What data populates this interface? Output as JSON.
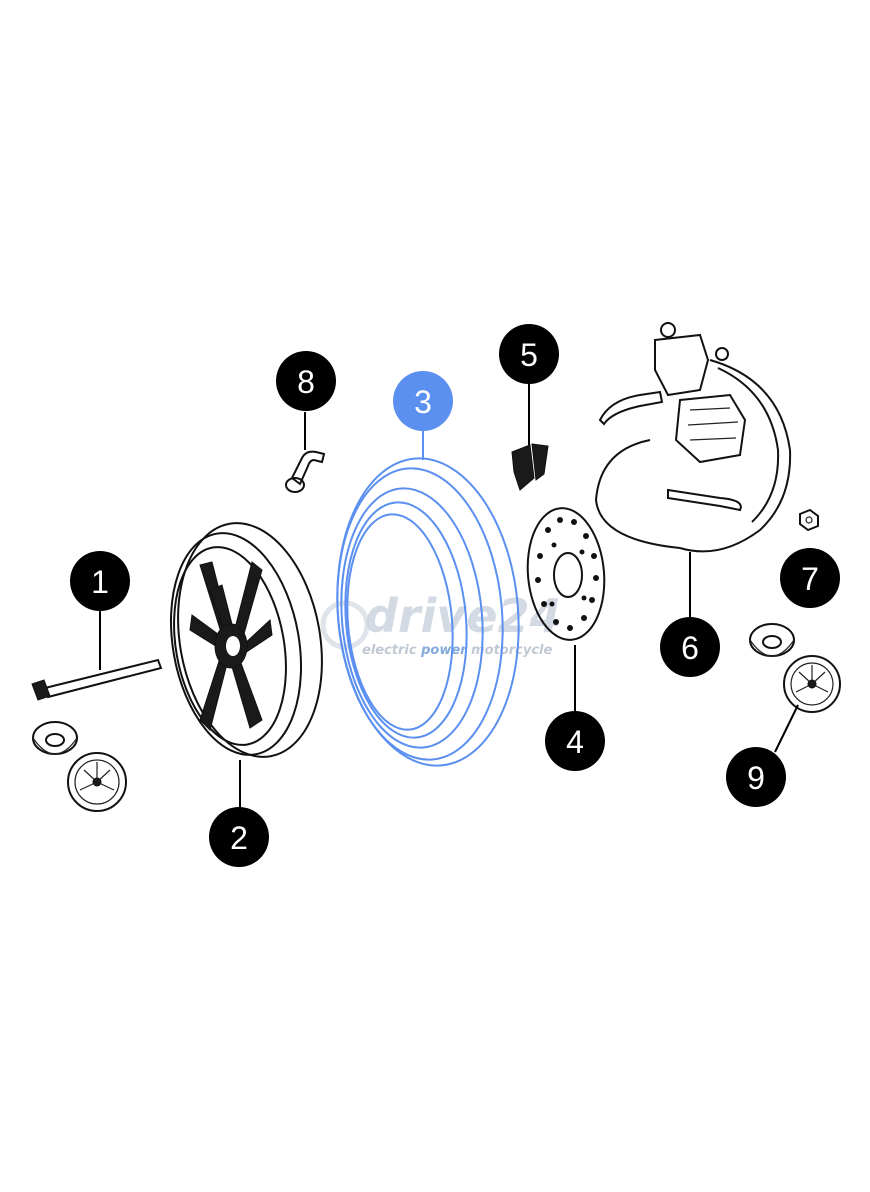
{
  "diagram": {
    "callouts": [
      {
        "label": "1",
        "part": "axle-bolt"
      },
      {
        "label": "2",
        "part": "wheel-rim"
      },
      {
        "label": "3",
        "part": "tire",
        "selected": true
      },
      {
        "label": "4",
        "part": "brake-disc"
      },
      {
        "label": "5",
        "part": "brake-pads"
      },
      {
        "label": "6",
        "part": "brake-assembly"
      },
      {
        "label": "7",
        "part": "axle-nut"
      },
      {
        "label": "8",
        "part": "valve-stem"
      },
      {
        "label": "9",
        "part": "hub-cover-right"
      }
    ],
    "watermark": {
      "brand": "drive24",
      "tagline_a": "electric ",
      "tagline_b": "power",
      "tagline_c": " motorcycle"
    },
    "colors": {
      "callout": "#000000",
      "selected": "#5b8ff0",
      "line": "#111111"
    }
  }
}
